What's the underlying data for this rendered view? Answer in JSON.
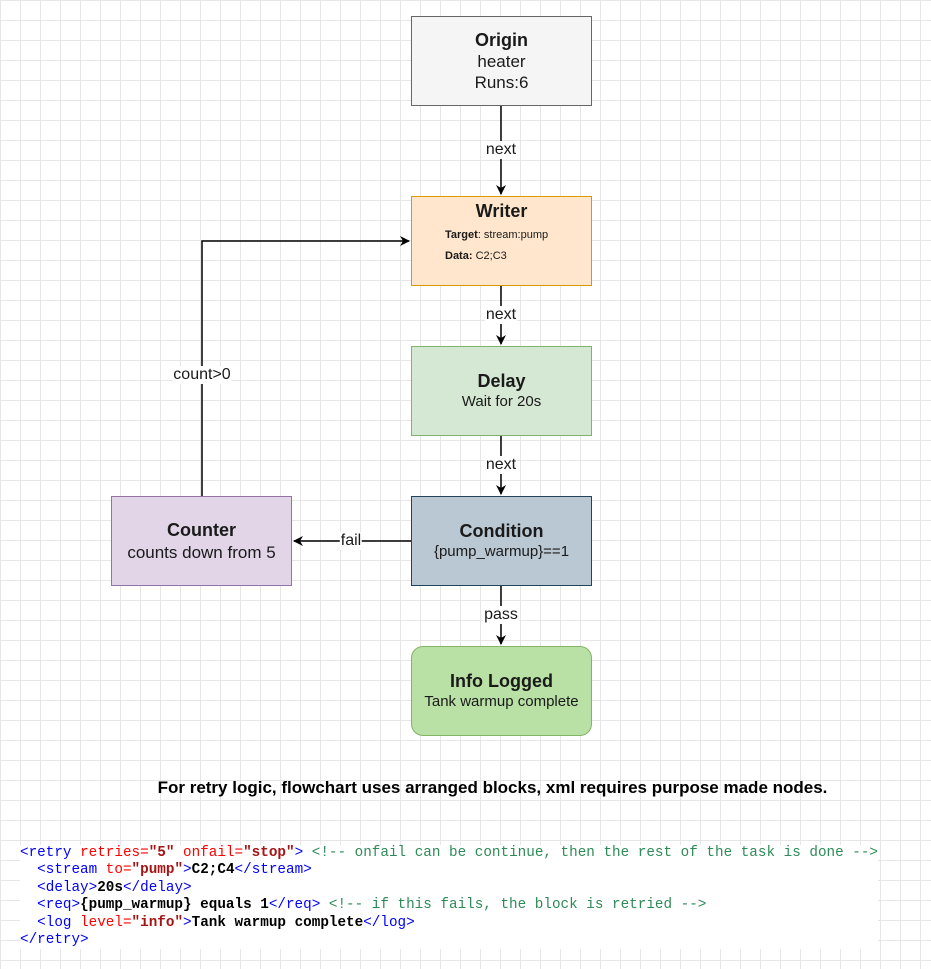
{
  "nodes": {
    "origin": {
      "title": "Origin",
      "line1": "heater",
      "line2": "Runs:6"
    },
    "writer": {
      "title": "Writer",
      "target_key": "Target",
      "target_value": ": stream:pump",
      "data_key": "Data:",
      "data_value": " C2;C3"
    },
    "delay": {
      "title": "Delay",
      "line1": "Wait for 20s"
    },
    "condition": {
      "title": "Condition",
      "line1": "{pump_warmup}==1"
    },
    "counter": {
      "title": "Counter",
      "line1": "counts down from 5"
    },
    "info": {
      "title": "Info Logged",
      "line1": "Tank warmup complete"
    }
  },
  "edges": {
    "origin_writer": "next",
    "writer_delay": "next",
    "delay_condition": "next",
    "condition_info": "pass",
    "condition_counter": "fail",
    "counter_writer": "count>0"
  },
  "caption": "For retry logic, flowchart uses arranged blocks, xml requires purpose made nodes.",
  "code": {
    "l1_open": "<retry",
    "l1_attr1": " retries=",
    "l1_val1": "\"5\"",
    "l1_attr2": " onfail=",
    "l1_val2": "\"stop\"",
    "l1_close": ">",
    "l1_comment": " <!-- onfail can be continue, then the rest of the task is done -->",
    "l2_open": "  <stream",
    "l2_attr": " to=",
    "l2_val": "\"pump\"",
    "l2_gt": ">",
    "l2_text": "C2;C4",
    "l2_close": "</stream>",
    "l3_open": "  <delay>",
    "l3_text": "20s",
    "l3_close": "</delay>",
    "l4_open": "  <req>",
    "l4_text": "{pump_warmup} equals 1",
    "l4_close": "</req>",
    "l4_comment": " <!-- if this fails, the block is retried -->",
    "l5_open": "  <log",
    "l5_attr": " level=",
    "l5_val": "\"info\"",
    "l5_gt": ">",
    "l5_text": "Tank warmup complete",
    "l5_close": "</log>",
    "l6_close": "</retry>"
  }
}
